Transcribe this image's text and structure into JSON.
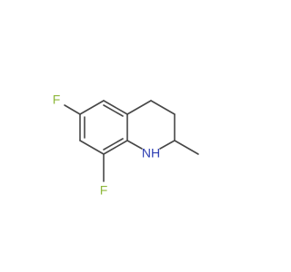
{
  "molecule": {
    "atoms": {
      "fluorine_top": "F",
      "fluorine_bottom": "F",
      "amine": "NH"
    },
    "colors": {
      "bond": "#474747",
      "fluorine": "#8fb83d",
      "nitrogen": "#2f3fb3"
    }
  }
}
